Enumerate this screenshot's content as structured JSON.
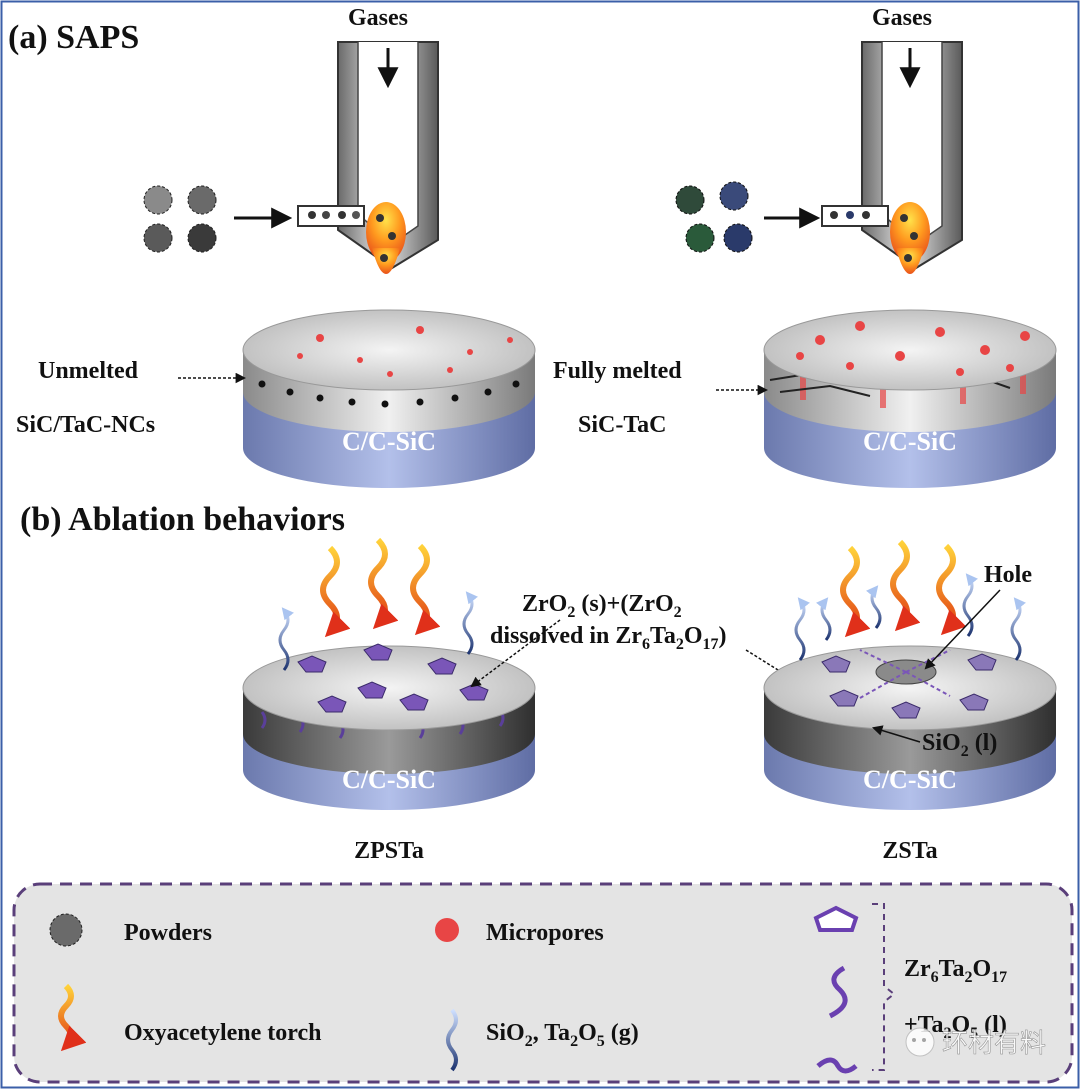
{
  "panel_a": {
    "title": "(a)  SAPS",
    "gas_label_left": "Gases",
    "gas_label_right": "Gases",
    "left_annotation_line1": "Unmelted",
    "left_annotation_line2": "SiC/TaC-NCs",
    "right_annotation_line1": "Fully melted",
    "right_annotation_line2": "SiC-TaC",
    "substrate_label_left": "C/C-SiC",
    "substrate_label_right": "C/C-SiC"
  },
  "panel_b": {
    "title": "(b) Ablation behaviors",
    "callout_zro2_part1": "ZrO",
    "callout_zro2_sub1": "2",
    "callout_zro2_part2": " (s)+(ZrO",
    "callout_zro2_sub2": "2",
    "callout_line2_part1": "dissolved in Zr",
    "callout_line2_sub1": "6",
    "callout_line2_part2": "Ta",
    "callout_line2_sub2": "2",
    "callout_line2_part3": "O",
    "callout_line2_sub3": "17",
    "callout_line2_part4": ")",
    "hole_label": "Hole",
    "sio2_label_part1": "SiO",
    "sio2_label_sub": "2",
    "sio2_label_part2": " (l)",
    "substrate_label_left": "C/C-SiC",
    "substrate_label_right": "C/C-SiC",
    "sample_left": "ZPSTa",
    "sample_right": "ZSTa"
  },
  "legend": {
    "powders": "Powders",
    "micropores": "Micropores",
    "torch": "Oxyacetylene torch",
    "gas_part1": "SiO",
    "gas_sub1": "2",
    "gas_part2": ", Ta",
    "gas_sub2": "2",
    "gas_part3": "O",
    "gas_sub3": "5",
    "gas_part4": " (g)",
    "phase_line1_part1": "Zr",
    "phase_line1_sub1": "6",
    "phase_line1_part2": "Ta",
    "phase_line1_sub2": "2",
    "phase_line1_part3": "O",
    "phase_line1_sub3": "17",
    "phase_line2_part1": "+Ta",
    "phase_line2_sub1": "2",
    "phase_line2_part2": "O",
    "phase_line2_sub2": "5",
    "phase_line2_part3": " (l)"
  },
  "watermark": "环材有料",
  "colors": {
    "substrate": "#8f9fd0",
    "micropore": "#e84545",
    "oxide_plate": "#7a56b8",
    "legend_bg": "#e4e4e4",
    "legend_border": "#5a3f7a"
  }
}
